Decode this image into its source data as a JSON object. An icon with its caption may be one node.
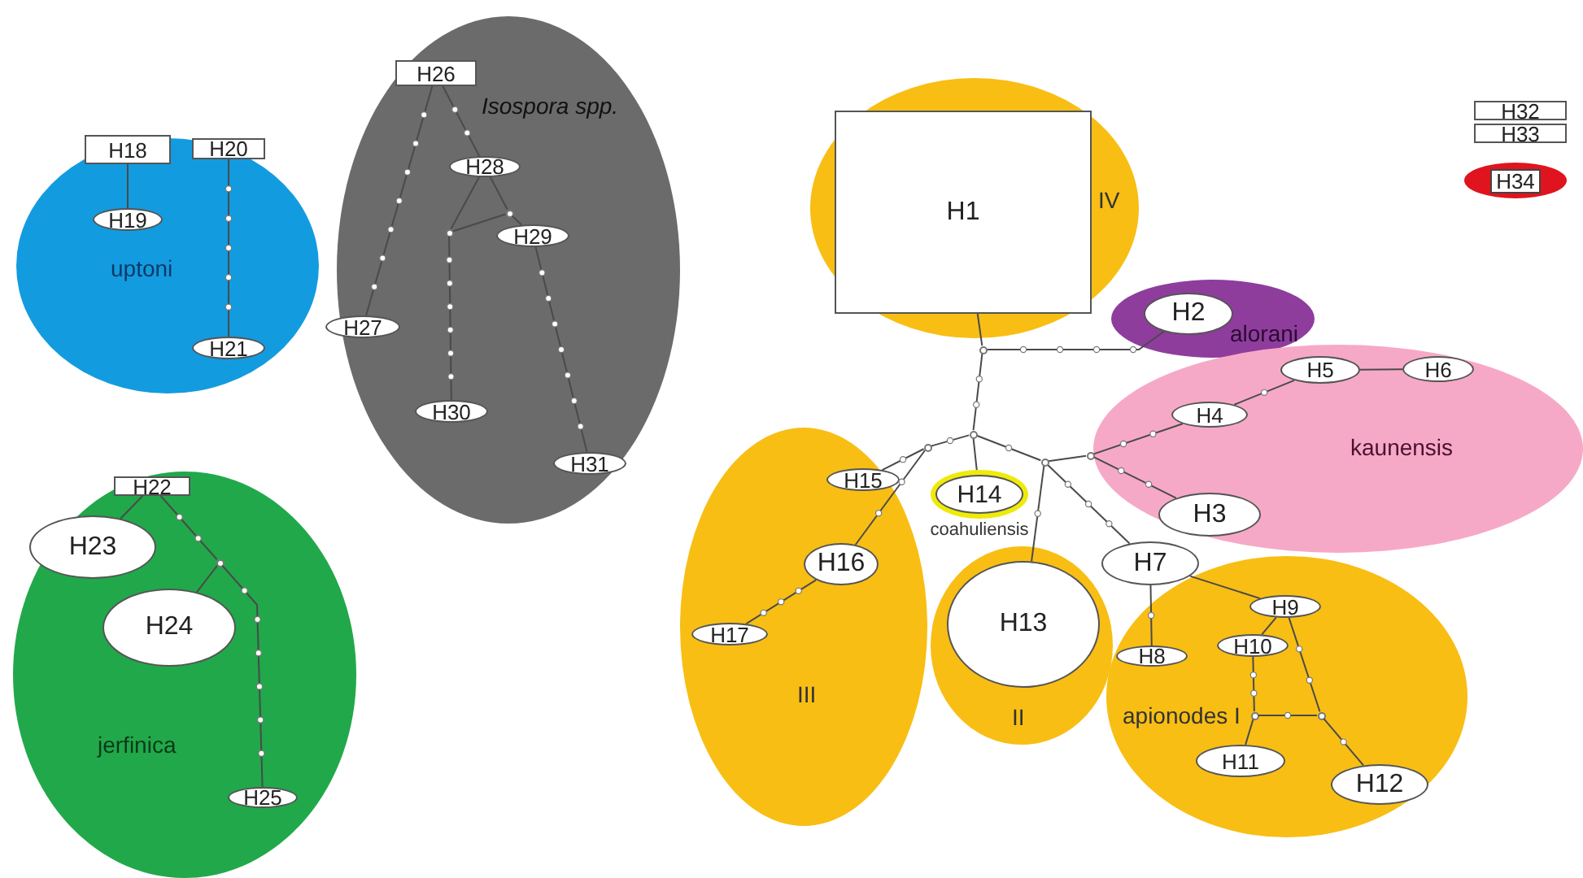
{
  "diagram": {
    "nodes": [
      {
        "text": [
          "uptoni"
        ]
      },
      {
        "text": [
          "H18"
        ],
        "in": 0
      },
      {
        "text": [
          "H20"
        ],
        "in": 0
      },
      {
        "text": [
          "H19"
        ],
        "in": 0
      },
      {
        "text": [
          "H21"
        ],
        "in": 0
      },
      {
        "text": [
          "Isospora spp."
        ]
      },
      {
        "text": [
          "H26"
        ],
        "in": 5
      },
      {
        "text": [
          "H28"
        ],
        "in": 5
      },
      {
        "text": [
          "H29"
        ],
        "in": 5
      },
      {
        "text": [
          "H27"
        ]
      },
      {
        "text": [
          "H30"
        ],
        "in": 5
      },
      {
        "text": [
          "H31"
        ],
        "in": 5
      },
      {
        "text": [
          "jerfinica"
        ]
      },
      {
        "text": [
          "H22"
        ],
        "in": 12
      },
      {
        "text": [
          "H23"
        ],
        "in": 12
      },
      {
        "text": [
          "H24"
        ],
        "in": 12
      },
      {
        "text": [
          "H25"
        ],
        "in": 12
      },
      {
        "text": [
          "IV"
        ]
      },
      {
        "text": [
          "H1"
        ],
        "in": 17
      },
      {
        "text": [
          "alorani"
        ]
      },
      {
        "text": [
          "H2"
        ],
        "in": 19
      },
      {
        "text": [
          "kaunensis"
        ]
      },
      {
        "text": [
          "H5"
        ],
        "in": 21
      },
      {
        "text": [
          "H6"
        ],
        "in": 21
      },
      {
        "text": [
          "H4"
        ],
        "in": 21
      },
      {
        "text": [
          "H3"
        ],
        "in": 21
      },
      {
        "text": [
          "III"
        ]
      },
      {
        "text": [
          "H15"
        ],
        "in": 26
      },
      {
        "text": [
          "H16"
        ],
        "in": 26
      },
      {
        "text": [
          "H17"
        ],
        "in": 26
      },
      {
        "text": [
          "H14"
        ],
        "beside": [
          "coahuliensis"
        ]
      },
      {
        "text": [
          "H7"
        ]
      },
      {
        "text": [
          "II"
        ]
      },
      {
        "text": [
          "H13"
        ],
        "in": 32
      },
      {
        "text": [
          "apionodes I"
        ]
      },
      {
        "text": [
          "H9"
        ],
        "in": 34
      },
      {
        "text": [
          "H10"
        ],
        "in": 34
      },
      {
        "text": [
          "H8"
        ],
        "in": 34
      },
      {
        "text": [
          "H11"
        ],
        "in": 34
      },
      {
        "text": [
          "H12"
        ],
        "in": 34
      },
      {
        "text": [
          "H32"
        ]
      },
      {
        "text": [
          "H33"
        ]
      },
      {
        "text": [
          "H34"
        ]
      },
      {
        "text": [],
        "shape": "circle"
      },
      {
        "text": [],
        "shape": "circle"
      },
      {
        "text": [],
        "shape": "circle",
        "in": 26
      },
      {
        "text": [],
        "shape": "circle"
      },
      {
        "text": [],
        "shape": "circle"
      },
      {
        "text": [],
        "shape": "circle",
        "in": 34
      },
      {
        "text": [],
        "shape": "circle",
        "in": 34
      },
      {
        "text": [],
        "shape": "circle",
        "in": 5
      },
      {
        "text": [],
        "shape": "circle",
        "in": 5
      },
      {
        "text": [],
        "shape": "circle",
        "in": 12
      }
    ],
    "edges": [
      {
        "from": 1,
        "to": 3,
        "arrow": "none"
      },
      {
        "from": 2,
        "to": 4,
        "arrow": "none"
      },
      {
        "from": 6,
        "to": 9,
        "arrow": "none"
      },
      {
        "from": 6,
        "to": 7,
        "arrow": "none"
      },
      {
        "from": 7,
        "to": 50,
        "arrow": "none"
      },
      {
        "from": 50,
        "to": 10,
        "arrow": "none"
      },
      {
        "from": 7,
        "to": 51,
        "arrow": "none"
      },
      {
        "from": 50,
        "to": 51,
        "arrow": "none"
      },
      {
        "from": 51,
        "to": 8,
        "arrow": "none"
      },
      {
        "from": 8,
        "to": 11,
        "arrow": "none"
      },
      {
        "from": 13,
        "to": 14,
        "arrow": "none"
      },
      {
        "from": 13,
        "to": 52,
        "arrow": "none"
      },
      {
        "from": 52,
        "to": 15,
        "arrow": "none"
      },
      {
        "from": 52,
        "to": 16,
        "arrow": "none"
      },
      {
        "from": 18,
        "to": 43,
        "arrow": "none"
      },
      {
        "from": 43,
        "to": 20,
        "arrow": "none"
      },
      {
        "from": 43,
        "to": 44,
        "arrow": "none"
      },
      {
        "from": 44,
        "to": 45,
        "arrow": "none"
      },
      {
        "from": 45,
        "to": 27,
        "arrow": "none"
      },
      {
        "from": 45,
        "to": 28,
        "arrow": "none"
      },
      {
        "from": 28,
        "to": 29,
        "arrow": "none"
      },
      {
        "from": 44,
        "to": 30,
        "arrow": "none"
      },
      {
        "from": 44,
        "to": 46,
        "arrow": "none"
      },
      {
        "from": 46,
        "to": 33,
        "arrow": "none"
      },
      {
        "from": 46,
        "to": 31,
        "arrow": "none"
      },
      {
        "from": 46,
        "to": 47,
        "arrow": "none"
      },
      {
        "from": 47,
        "to": 24,
        "arrow": "none"
      },
      {
        "from": 47,
        "to": 25,
        "arrow": "none"
      },
      {
        "from": 24,
        "to": 22,
        "arrow": "none"
      },
      {
        "from": 22,
        "to": 23,
        "arrow": "none"
      },
      {
        "from": 31,
        "to": 37,
        "arrow": "none"
      },
      {
        "from": 31,
        "to": 35,
        "arrow": "none"
      },
      {
        "from": 35,
        "to": 36,
        "arrow": "none"
      },
      {
        "from": 36,
        "to": 48,
        "arrow": "none"
      },
      {
        "from": 35,
        "to": 49,
        "arrow": "none"
      },
      {
        "from": 48,
        "to": 49,
        "arrow": "none"
      },
      {
        "from": 48,
        "to": 38,
        "arrow": "none"
      },
      {
        "from": 49,
        "to": 39,
        "arrow": "none"
      }
    ]
  }
}
